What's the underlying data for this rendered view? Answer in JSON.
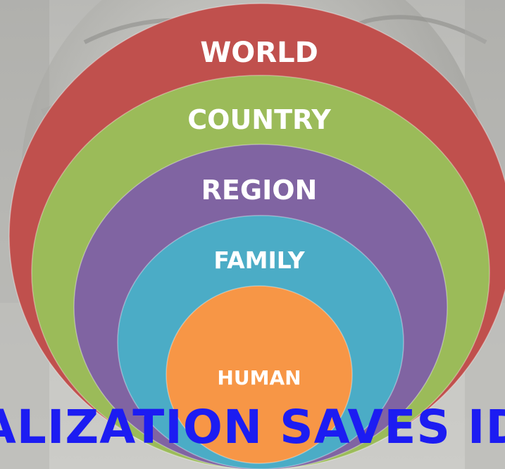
{
  "colors": {
    "world": "#c0504d",
    "country": "#9bbb59",
    "region": "#8064a2",
    "family": "#4bacc6",
    "human": "#f79646",
    "banner_text": "#1c1cf2",
    "label_text": "#ffffff"
  },
  "diagram": {
    "levels": [
      {
        "key": "world",
        "label": "WORLD"
      },
      {
        "key": "country",
        "label": "COUNTRY"
      },
      {
        "key": "region",
        "label": "REGION"
      },
      {
        "key": "family",
        "label": "FAMILY"
      },
      {
        "key": "human",
        "label": "HUMAN"
      }
    ]
  },
  "banner": {
    "text": "ALIZATION SAVES ID"
  }
}
